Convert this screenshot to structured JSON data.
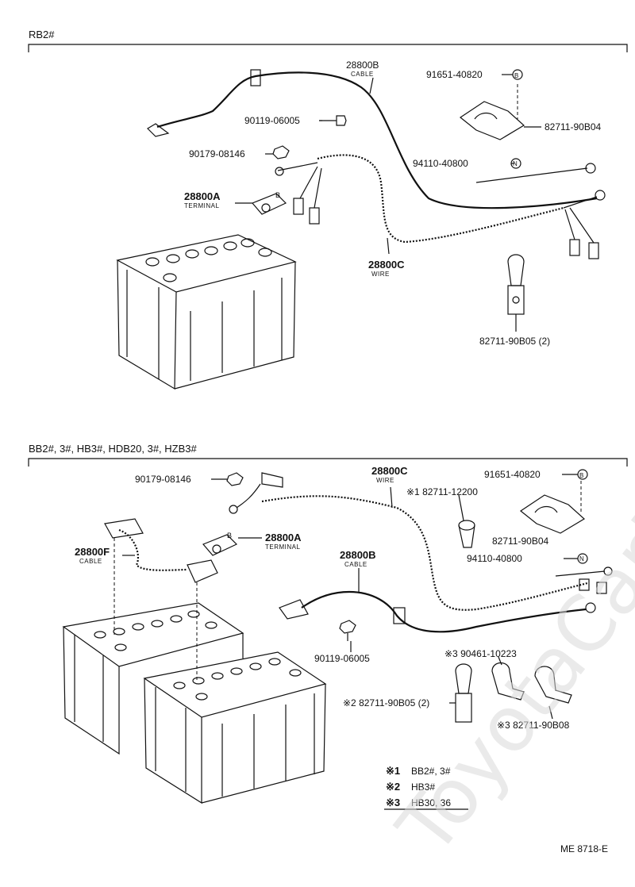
{
  "watermark": "ToyotaCarMine.ru",
  "top_section": {
    "header": "RB2#",
    "parts": [
      {
        "id": "cable_b",
        "number": "28800B",
        "sub": "CABLE"
      },
      {
        "id": "bolt1",
        "number": "91651-40820",
        "circle": "B"
      },
      {
        "id": "screw",
        "number": "90119-06005"
      },
      {
        "id": "clamp1",
        "number": "82711-90B04"
      },
      {
        "id": "nut",
        "number": "90179-08146"
      },
      {
        "id": "bolt2",
        "number": "94110-40800",
        "circle": "N"
      },
      {
        "id": "term",
        "number": "28800A",
        "sub": "TERMINAL"
      },
      {
        "id": "wire",
        "number": "28800C",
        "sub": "WIRE"
      },
      {
        "id": "clamp2",
        "number": "82711-90B05 (2)"
      }
    ],
    "terminal_mark": "B"
  },
  "bottom_section": {
    "header": "BB2#, 3#, HB3#, HDB20, 3#, HZB3#",
    "parts": [
      {
        "id": "nut",
        "number": "90179-08146"
      },
      {
        "id": "wire",
        "number": "28800C",
        "sub": "WIRE"
      },
      {
        "id": "bolt1",
        "number": "91651-40820",
        "circle": "B"
      },
      {
        "id": "clamp_n1",
        "number": "※1 82711-12200"
      },
      {
        "id": "term",
        "number": "28800A",
        "sub": "TERMINAL"
      },
      {
        "id": "cable_f",
        "number": "28800F",
        "sub": "CABLE"
      },
      {
        "id": "clamp1",
        "number": "82711-90B04"
      },
      {
        "id": "cable_b",
        "number": "28800B",
        "sub": "CABLE"
      },
      {
        "id": "bolt2",
        "number": "94110-40800",
        "circle": "N"
      },
      {
        "id": "screw",
        "number": "90119-06005"
      },
      {
        "id": "clamp_n3a",
        "number": "※3 90461-10223"
      },
      {
        "id": "clamp_n2",
        "number": "※2 82711-90B05 (2)"
      },
      {
        "id": "clamp_n3b",
        "number": "※3 82711-90B08"
      }
    ],
    "terminal_mark": "B",
    "notes": [
      {
        "mark": "※1",
        "text": "BB2#, 3#"
      },
      {
        "mark": "※2",
        "text": "HB3#"
      },
      {
        "mark": "※3",
        "text": "HB30, 36"
      }
    ]
  },
  "footer": {
    "code": "ME 8718-E"
  }
}
